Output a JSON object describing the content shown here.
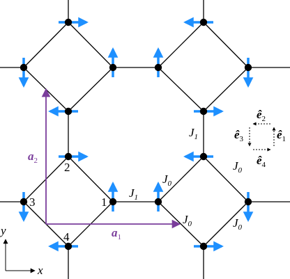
{
  "colors": {
    "lattice_line": "#000000",
    "spin_arrow": "#1e90ff",
    "site": "#000000",
    "lattice_vector": "#7a3d9b"
  },
  "site_labels": [
    "1",
    "2",
    "3",
    "4"
  ],
  "couplings": {
    "J1": {
      "letter": "J",
      "sub": "1"
    },
    "J0": {
      "letter": "J",
      "sub": "0"
    }
  },
  "lattice_vectors": {
    "a1": {
      "letter": "a",
      "sub": "1"
    },
    "a2": {
      "letter": "a",
      "sub": "2"
    }
  },
  "axes": {
    "x": "x",
    "y": "y"
  },
  "unit_vectors": [
    {
      "letter": "ê",
      "sub": "1"
    },
    {
      "letter": "ê",
      "sub": "2"
    },
    {
      "letter": "ê",
      "sub": "3"
    },
    {
      "letter": "ê",
      "sub": "4"
    }
  ],
  "icons": {
    "spin": "arrow-icon",
    "site": "filled-circle-icon"
  }
}
